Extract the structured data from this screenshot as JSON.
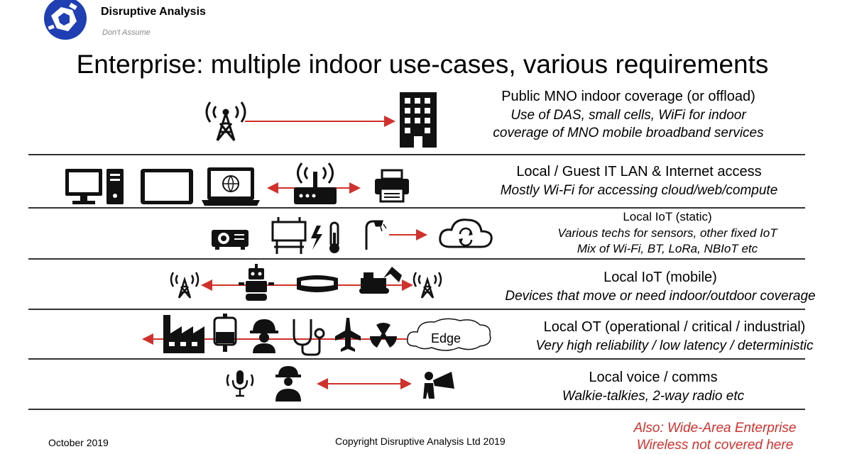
{
  "brand": {
    "name": "Disruptive Analysis",
    "tagline": "Don't Assume"
  },
  "title": "Enterprise: multiple indoor use-cases, various requirements",
  "rows": [
    {
      "heading": "Public MNO indoor coverage (or offload)",
      "detail1": "Use of DAS, small cells, WiFi for indoor",
      "detail2": "coverage of MNO mobile broadband services"
    },
    {
      "heading": "Local / Guest IT LAN & Internet access",
      "detail1": "Mostly Wi-Fi for accessing cloud/web/compute",
      "detail2": ""
    },
    {
      "heading": "Local IoT (static)",
      "detail1": "Various techs for sensors, other fixed IoT",
      "detail2": "Mix of Wi-Fi, BT, LoRa, NBIoT etc"
    },
    {
      "heading": "Local IoT (mobile)",
      "detail1": "Devices that move or need indoor/outdoor coverage",
      "detail2": ""
    },
    {
      "heading": "Local OT (operational / critical / industrial)",
      "detail1": "Very high reliability / low latency / deterministic",
      "detail2": ""
    },
    {
      "heading": "Local voice / comms",
      "detail1": "Walkie-talkies, 2-way radio etc",
      "detail2": ""
    }
  ],
  "edge_label": "Edge",
  "footer": {
    "date": "October 2019",
    "copyright": "Copyright Disruptive Analysis Ltd 2019",
    "note_line1": "Also: Wide-Area Enterprise",
    "note_line2": "Wireless not covered here"
  },
  "colors": {
    "arrow": "#d0312d",
    "icon": "#111111",
    "logo": "#1f3fb3"
  }
}
